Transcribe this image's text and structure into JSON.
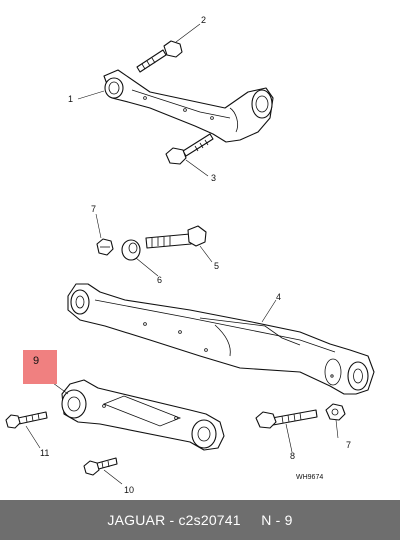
{
  "callouts": [
    "1",
    "2",
    "3",
    "4",
    "5",
    "6",
    "7",
    "7",
    "8",
    "9",
    "10",
    "11"
  ],
  "drawing_ref": "WH9674",
  "highlight": {
    "label": "9",
    "color": "#f08080"
  },
  "footer": {
    "brand": "JAGUAR",
    "part_number": "c2s20741",
    "section": "N - 9",
    "bg": "#6e6e6e"
  }
}
